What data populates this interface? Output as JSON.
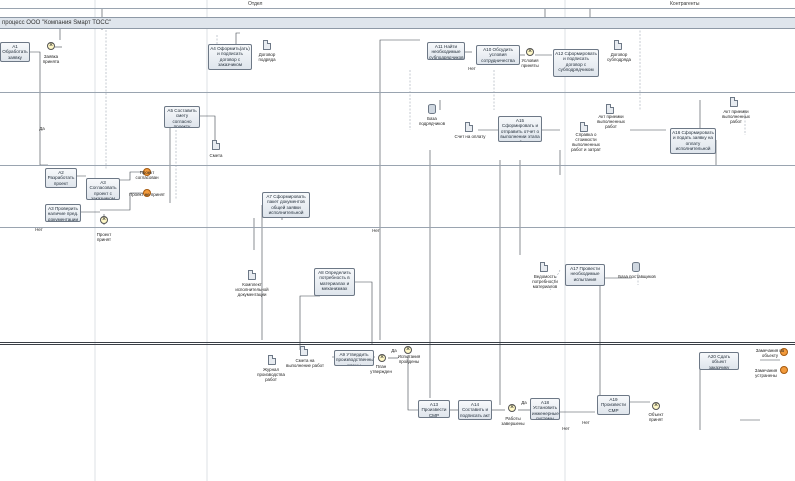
{
  "header": {
    "title": "процесс ООО \"Компания Sмарт ТОСС\"",
    "columns": [
      "Отдел",
      "Контрагенты"
    ]
  },
  "tasks": [
    {
      "id": "A1",
      "text": "А1 Обработать заявку клиента"
    },
    {
      "id": "A4",
      "text": "А4 Оформить(ать) и подписать договор с заказчиком"
    },
    {
      "id": "A5",
      "text": "А5 Составить смету согласно проекту"
    },
    {
      "id": "A2",
      "text": "А2 Разработать проект решения"
    },
    {
      "id": "A3",
      "text": "А3 Согласовать проект с заказчиком"
    },
    {
      "id": "A3b",
      "text": "А3 Проверить наличие пред. документации"
    },
    {
      "id": "A7",
      "text": "А7 Сформировать пакет документов общей заявки исполнительной документации"
    },
    {
      "id": "A8",
      "text": "А8 Определить потребность в материалах и механизмах"
    },
    {
      "id": "A9",
      "text": "А9 Утвердить производственные планы"
    },
    {
      "id": "A11",
      "text": "А11 Найти необходимые субподрядчиков"
    },
    {
      "id": "A10",
      "text": "А10 Обсудить условия сотрудничества"
    },
    {
      "id": "A12",
      "text": "А12 Сформировать и подписать договор с субподрядчиком"
    },
    {
      "id": "A15",
      "text": "А15 Сформировать и отправить отчет о выполнении этапа работ"
    },
    {
      "id": "A16",
      "text": "А16 Сформировать и подать заявку на оплату исполнительной документации"
    },
    {
      "id": "A17",
      "text": "А17 Провести необходимые испытания"
    },
    {
      "id": "A13",
      "text": "А13 Произвести СМР"
    },
    {
      "id": "A14",
      "text": "А14 Составить и подписать акт выполненных работ"
    },
    {
      "id": "A18",
      "text": "А18 Установить инженерные системы"
    },
    {
      "id": "A19",
      "text": "А19 Произвести СМР"
    },
    {
      "id": "A20",
      "text": "А20 Сдать объект заказчику"
    }
  ],
  "documents": [
    {
      "id": "d1",
      "text": "Договор подряда"
    },
    {
      "id": "d2",
      "text": "Смета"
    },
    {
      "id": "d3",
      "text": "Договор субподряда"
    },
    {
      "id": "d4",
      "text": "Акт приемки выполненных работ"
    },
    {
      "id": "d5",
      "text": "Справка о стоимости выполненных работ и затрат"
    },
    {
      "id": "d6",
      "text": "Комплект исполнительной документации"
    },
    {
      "id": "d7",
      "text": "Ведомость потребности материалов"
    },
    {
      "id": "d8",
      "text": "Журнал производства работ"
    },
    {
      "id": "d9",
      "text": "Счет на оплату"
    },
    {
      "id": "d10",
      "text": "Смета на выполнение работ"
    },
    {
      "id": "d11",
      "text": "Акт приемки выполненных работ"
    }
  ],
  "stores": [
    {
      "id": "s1",
      "text": "База подрядчиков"
    },
    {
      "id": "s2",
      "text": "База поставщиков"
    }
  ],
  "gateways": [
    {
      "id": "g1",
      "text": "Заявка принята"
    },
    {
      "id": "g2",
      "text": "Проект принят"
    },
    {
      "id": "g3",
      "text": "Условия приняты"
    },
    {
      "id": "g4",
      "text": "Объект принят"
    },
    {
      "id": "g5",
      "text": "План утвержден"
    },
    {
      "id": "g6",
      "text": "Работы завершены"
    },
    {
      "id": "g7",
      "text": "Испытания пройдены"
    }
  ],
  "events": [
    {
      "id": "e1",
      "text": "Проект согласован"
    },
    {
      "id": "e2",
      "text": "Проект не принят"
    },
    {
      "id": "e3",
      "text": "Замечания по объекту"
    },
    {
      "id": "e4",
      "text": "Замечания устранены"
    }
  ],
  "flow_labels": {
    "yes": "Да",
    "no": "Нет"
  }
}
